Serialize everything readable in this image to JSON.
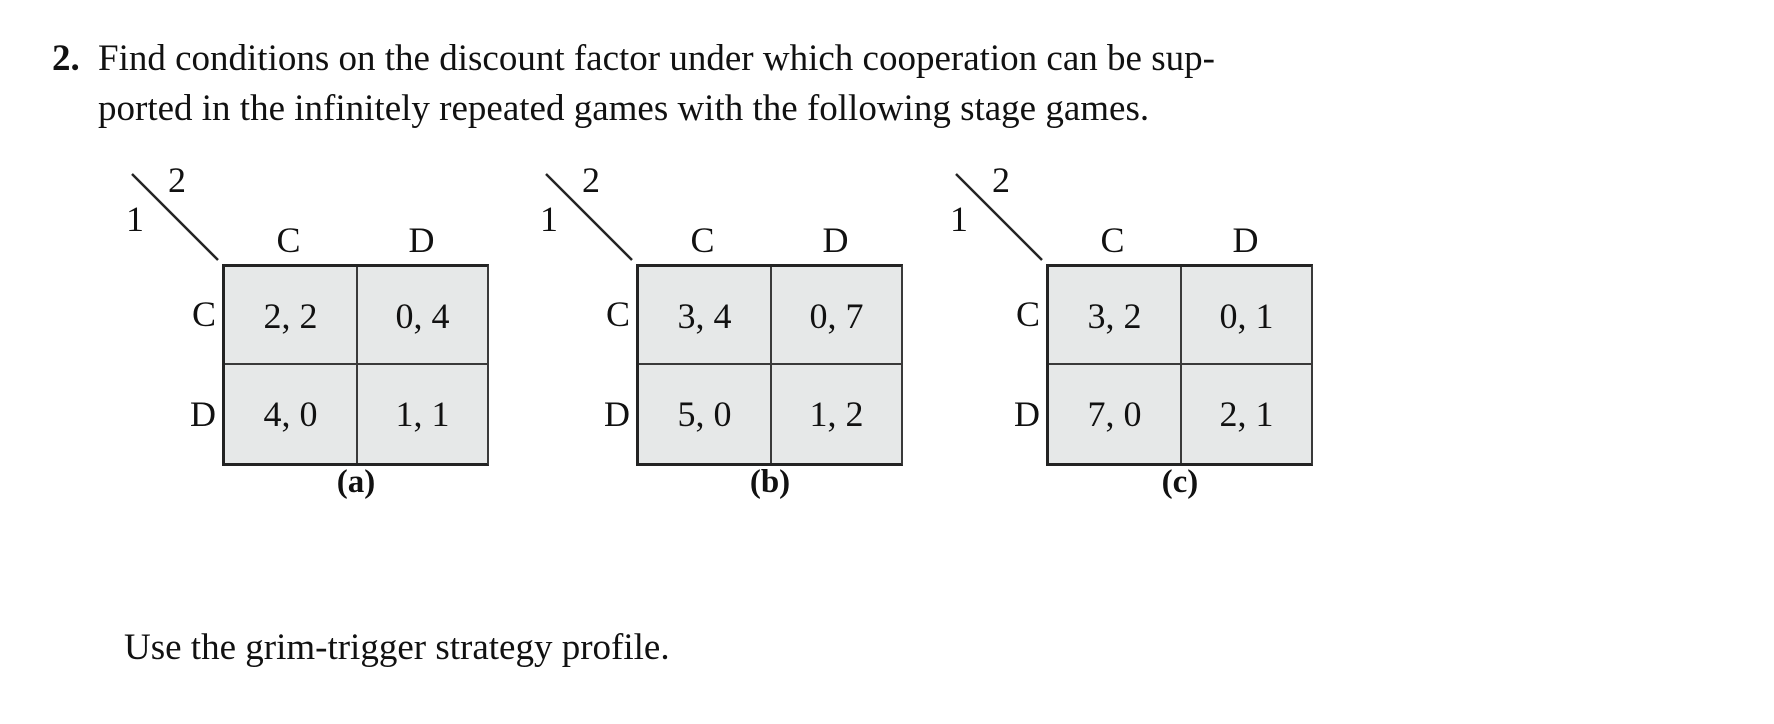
{
  "problem": {
    "number": "2.",
    "lines": [
      "Find conditions on the discount factor under which cooperation can be sup-",
      "ported in the infinitely repeated games with the following stage games."
    ]
  },
  "matrices": [
    {
      "caption": "(a)",
      "player_row_label": "1",
      "player_col_label": "2",
      "col_headers": [
        "C",
        "D"
      ],
      "row_headers": [
        "C",
        "D"
      ],
      "cells": [
        [
          "2, 2",
          "0, 4"
        ],
        [
          "4, 0",
          "1, 1"
        ]
      ]
    },
    {
      "caption": "(b)",
      "player_row_label": "1",
      "player_col_label": "2",
      "col_headers": [
        "C",
        "D"
      ],
      "row_headers": [
        "C",
        "D"
      ],
      "cells": [
        [
          "3, 4",
          "0, 7"
        ],
        [
          "5, 0",
          "1, 2"
        ]
      ]
    },
    {
      "caption": "(c)",
      "player_row_label": "1",
      "player_col_label": "2",
      "col_headers": [
        "C",
        "D"
      ],
      "row_headers": [
        "C",
        "D"
      ],
      "cells": [
        [
          "3, 2",
          "0, 1"
        ],
        [
          "7, 0",
          "2, 1"
        ]
      ]
    }
  ],
  "footer_note": "Use the grim-trigger strategy profile.",
  "colors": {
    "cell_background": "#e6e8e8",
    "border": "#232323",
    "text": "#111111",
    "page_background": "#ffffff"
  }
}
